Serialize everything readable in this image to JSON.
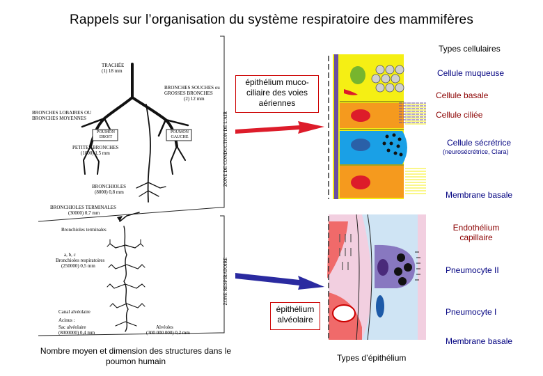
{
  "title": "Rappels sur l’organisation du système respiratoire des mammifères",
  "types_header": "Types cellulaires",
  "box_airway": "épithélium muco-ciliaire des voies aériennes",
  "box_alveolar": "épithélium alvéolaire",
  "caption_left": "Nombre moyen et dimension des structures dans le poumon humain",
  "caption_right": "Types d’épithélium",
  "airway_cells": {
    "mucous": "Cellule muqueuse",
    "basal": "Cellule basale",
    "ciliated": "Cellule ciliée",
    "secretory": "Cellule sécrétrice",
    "secretory_note": "(neurosécrétrice, Clara)",
    "membrane": "Membrane basale"
  },
  "alveolar_cells": {
    "endothelium": "Endothélium capillaire",
    "pneumocyte2": "Pneumocyte II",
    "pneumocyte1": "Pneumocyte I",
    "membrane": "Membrane basale"
  },
  "tree_labels": {
    "trachea": "TRACHÉE",
    "trachea_dim": "(1) 18 mm",
    "main_bronchi": "BRONCHES SOUCHES ou GROSSES BRONCHES",
    "main_bronchi_dim": "(2) 12 mm",
    "lobar": "BRONCHES LOBAIRES OU BRONCHES MOYENNES",
    "right_lung": "POUMON DROIT",
    "left_lung": "POUMON GAUCHE",
    "small_bronchi": "PETITES BRONCHES",
    "small_bronchi_dim": "(1000) 1,5 mm",
    "bronchioles": "BRONCHIOLES",
    "bronchioles_dim": "(8000) 0,8 mm",
    "terminal": "BRONCHIOLES TERMINALES",
    "terminal_dim": "(30000) 0,7 mm",
    "terminal_small": "Bronchioles terminales",
    "resp_abc": "a, b, c",
    "resp": "Bronchioles respiratoires",
    "resp_dim": "(250000) 0,5 mm",
    "alv_duct": "Canal alvéolaire",
    "acinus": "Acinus :",
    "alv_sac": "Sac alvéolaire",
    "alv_sac_dim": "(8000000) 0,4 mm",
    "alveoli": "Alvéoles",
    "alveoli_dim": "(300 000 000) 0,2 mm",
    "zone_conduction": "ZONE DE CONDUCTION DE L'AIR",
    "zone_resp": "ZONE RESPIRATOIRE"
  },
  "colors": {
    "box_border": "#cc0000",
    "arrow_red": "#dd1c2a",
    "arrow_blue": "#2a2aa0",
    "yellow": "#f5ef14",
    "orange": "#f59a1e",
    "blue": "#1aa0e6",
    "green": "#77b52e",
    "membrane": "#6a4fa0",
    "dark_blue_label": "#000080",
    "dark_red_label": "#8b0000"
  }
}
